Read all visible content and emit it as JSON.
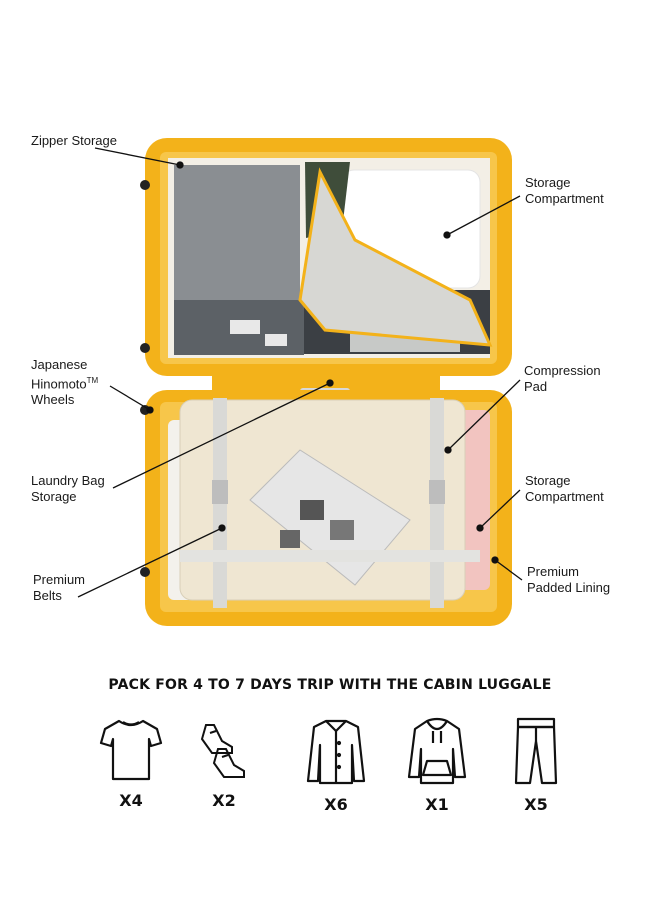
{
  "colors": {
    "shell": "#f3b21a",
    "shell_dark": "#e09e10",
    "mesh": "#8a8e92",
    "liner": "#f6f2ea",
    "belt": "#d9d9d6",
    "text": "#111111"
  },
  "callouts": {
    "zipper_storage": "Zipper Storage",
    "storage_compartment_top": "Storage\nCompartment",
    "japanese_wheels_line1": "Japanese",
    "japanese_wheels_line2": "Hinomoto",
    "japanese_wheels_tm": "TM",
    "japanese_wheels_line3": "Wheels",
    "compression_pad": "Compression\nPad",
    "laundry_bag_storage": "Laundry Bag\nStorage",
    "storage_compartment_bottom": "Storage\nCompartment",
    "premium_belts": "Premium\nBelts",
    "premium_padded_lining": "Premium\nPadded Lining"
  },
  "headline": "PACK FOR 4 TO 7 DAYS TRIP WITH THE CABIN LUGGALE",
  "packing": [
    {
      "icon": "tshirt-icon",
      "count": "X4"
    },
    {
      "icon": "sneakers-icon",
      "count": "X2"
    },
    {
      "icon": "shirt-icon",
      "count": "X6"
    },
    {
      "icon": "hoodie-icon",
      "count": "X1"
    },
    {
      "icon": "pants-icon",
      "count": "X5"
    }
  ]
}
